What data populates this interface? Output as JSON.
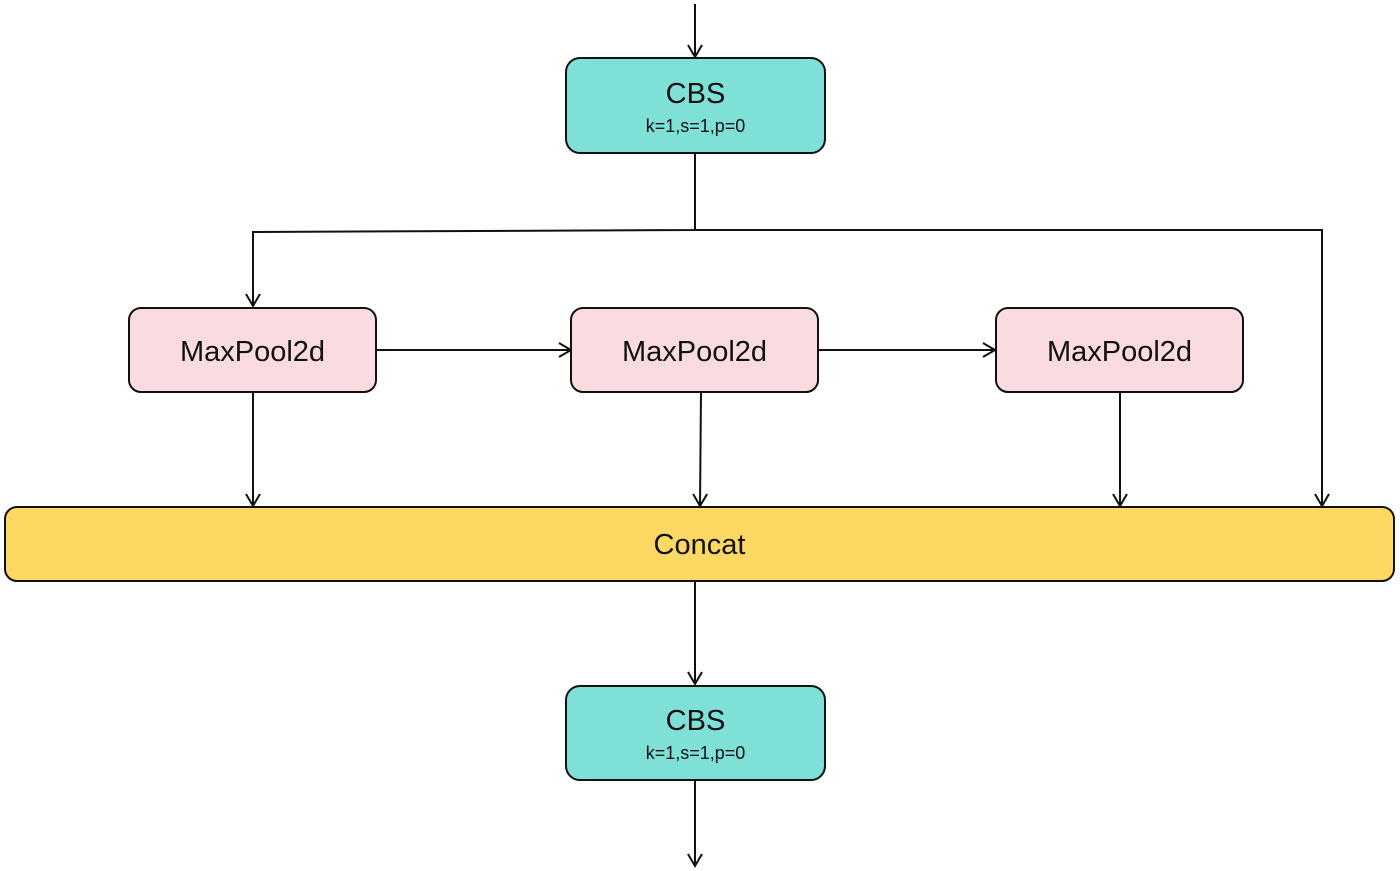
{
  "nodes": {
    "cbs_top": {
      "title": "CBS",
      "subtitle": "k=1,s=1,p=0",
      "fill": "#7fe0d8"
    },
    "maxpool_1": {
      "title": "MaxPool2d",
      "fill": "#fadbe0"
    },
    "maxpool_2": {
      "title": "MaxPool2d",
      "fill": "#fadbe0"
    },
    "maxpool_3": {
      "title": "MaxPool2d",
      "fill": "#fadbe0"
    },
    "concat": {
      "title": "Concat",
      "fill": "#fdd863"
    },
    "cbs_bottom": {
      "title": "CBS",
      "subtitle": "k=1,s=1,p=0",
      "fill": "#7fe0d8"
    }
  },
  "colors": {
    "stroke": "#111111",
    "background": "#ffffff"
  }
}
